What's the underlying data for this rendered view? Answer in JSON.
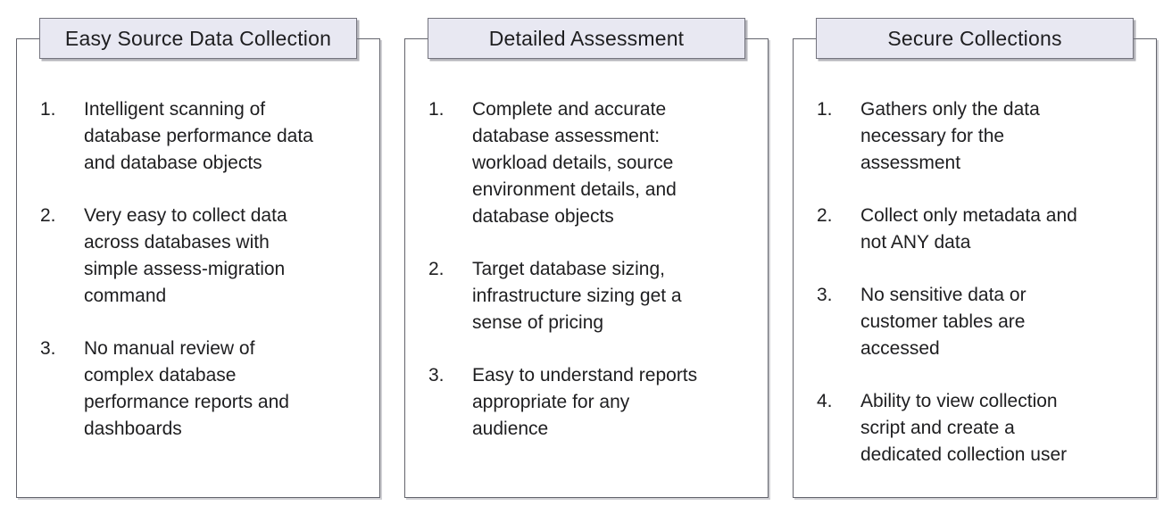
{
  "colors": {
    "background": "#ffffff",
    "title_box_fill": "#e8e8f2",
    "title_box_border": "#74747e",
    "panel_border": "#63646c",
    "shadow": "#78788a",
    "text": "#1e1e20"
  },
  "panels": [
    {
      "title": "Easy Source Data Collection",
      "items": [
        {
          "number": "1.",
          "text": "Intelligent scanning of\ndatabase performance data\nand database objects"
        },
        {
          "number": "2.",
          "text": "Very easy to collect data\nacross databases with\nsimple assess-migration\ncommand"
        },
        {
          "number": "3.",
          "text": "No manual review of\ncomplex database\nperformance reports and\ndashboards"
        }
      ]
    },
    {
      "title": "Detailed Assessment",
      "items": [
        {
          "number": "1.",
          "text": "Complete and accurate\ndatabase assessment:\nworkload details, source\nenvironment details, and\ndatabase objects"
        },
        {
          "number": "2.",
          "text": "Target database sizing,\ninfrastructure sizing get a\nsense of pricing"
        },
        {
          "number": "3.",
          "text": "Easy to understand reports\nappropriate for any\naudience"
        }
      ]
    },
    {
      "title": "Secure Collections",
      "items": [
        {
          "number": "1.",
          "text": "Gathers only the data\nnecessary for the\nassessment"
        },
        {
          "number": "2.",
          "text": "Collect only metadata and\nnot ANY data"
        },
        {
          "number": "3.",
          "text": "No sensitive data or\ncustomer tables are\naccessed"
        },
        {
          "number": "4.",
          "text": "Ability to view collection\nscript and create a\ndedicated collection user"
        }
      ]
    }
  ]
}
